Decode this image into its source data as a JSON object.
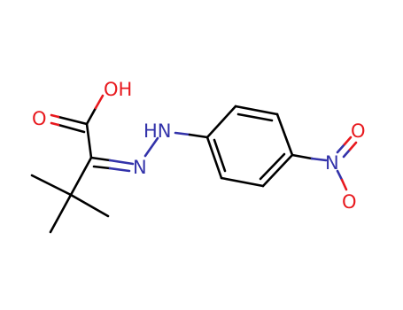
{
  "molecule": {
    "labels": {
      "carboxyl_oh": "OH",
      "carbonyl_o": "O",
      "hydrazone_n": "N",
      "hydrazine_nh": "HN",
      "nitro_n": "N",
      "nitro_o_top": "O",
      "nitro_o_bottom": "O"
    },
    "colors": {
      "carbon_bond": "#000000",
      "oxygen": "#e8191e",
      "nitrogen": "#3333aa",
      "background": "#ffffff"
    }
  }
}
